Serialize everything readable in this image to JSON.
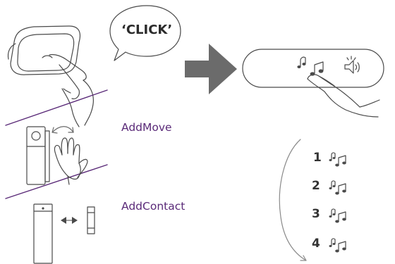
{
  "click_text": "‘CLICK’",
  "labels": {
    "add_move": "AddMove",
    "add_contact": "AddContact"
  },
  "melody_numbers": [
    "1",
    "2",
    "3",
    "4"
  ],
  "colors": {
    "line": "#4a4a4a",
    "divider": "#5a2a78",
    "label": "#5a2a78",
    "arrow": "#6b6b6b"
  },
  "icons": [
    "music-note-icon",
    "speaker-volume-icon",
    "hand-icon"
  ]
}
